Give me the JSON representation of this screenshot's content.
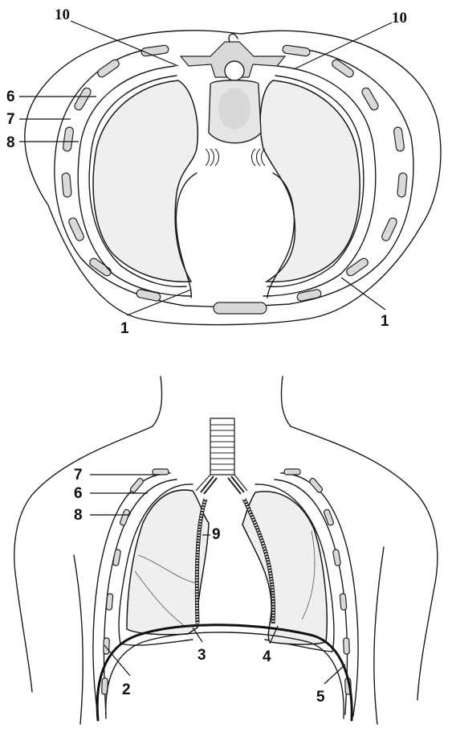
{
  "diagram": {
    "top_view": {
      "labels": {
        "vertebra_left": "10",
        "vertebra_right": "10",
        "parietal_pleura": "6",
        "fascia": "7",
        "ribs": "8",
        "recess_left": "1",
        "recess_right": "1"
      }
    },
    "front_view": {
      "labels": {
        "fascia": "7",
        "parietal_pleura": "6",
        "ribs": "8",
        "bronchus": "9",
        "costodiaphragmatic_left": "2",
        "mediastinal_left": "3",
        "mediastinal_right": "4",
        "costodiaphragmatic_right": "5"
      }
    }
  }
}
